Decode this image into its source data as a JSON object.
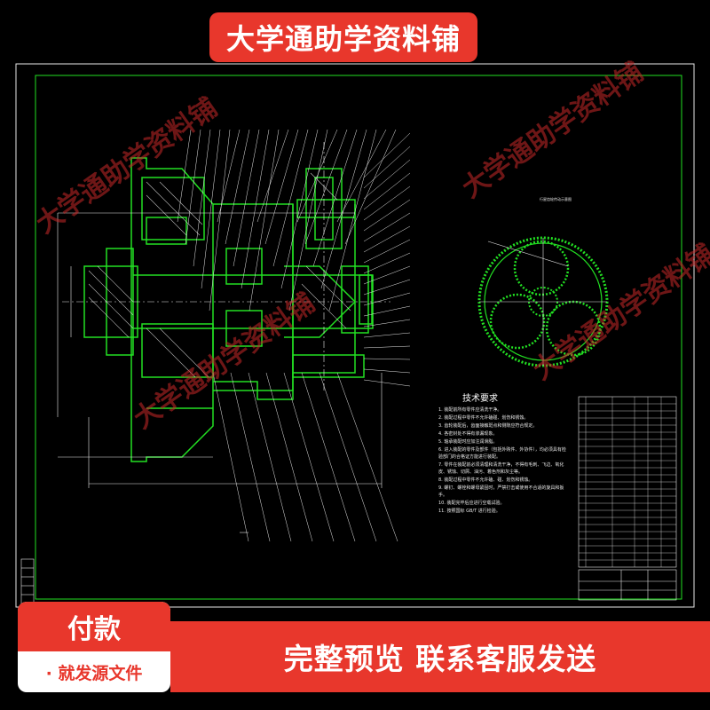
{
  "banner": {
    "title": "大学通助学资料铺"
  },
  "watermarks": [
    "大学通助学资料铺",
    "大学通助学资料铺",
    "大学通助学资料铺",
    "大学通助学资料铺"
  ],
  "drawing": {
    "tech_title": "技术要求",
    "notes": [
      "1. 装配前所有零件应清洗干净。",
      "2. 装配过程中零件不允许磕碰、划伤和锈蚀。",
      "3. 齿轮装配后，齿面接触斑点和侧隙应符合规定。",
      "4. 各密封处不得有渗漏现象。",
      "5. 轴承装配时应加注润滑脂。",
      "6. 进入装配的零件及部件（包括外购件、外协件），均必须具有检验部门的合格证方能进行装配。",
      "7. 零件在装配前必须清理和清洗干净，不得有毛刺、飞边、氧化皮、锈蚀、切屑、油污、着色剂和灰尘等。",
      "8. 装配过程中零件不允许磕、碰、划伤和锈蚀。",
      "9. 螺钉、螺栓和螺母紧固时，严禁打击或使用不合适的旋具和扳手。",
      "10. 装配完毕后应进行空载试验。",
      "11. 按照国标 GB/T 进行检验。"
    ],
    "colors": {
      "green": "#22e022",
      "white": "#e8e8e8",
      "accent": "#e8372c"
    }
  },
  "payment": {
    "title": "付款",
    "subtitle": "· 就发源文件"
  },
  "footer": {
    "text": "完整预览  联系客服发送"
  }
}
